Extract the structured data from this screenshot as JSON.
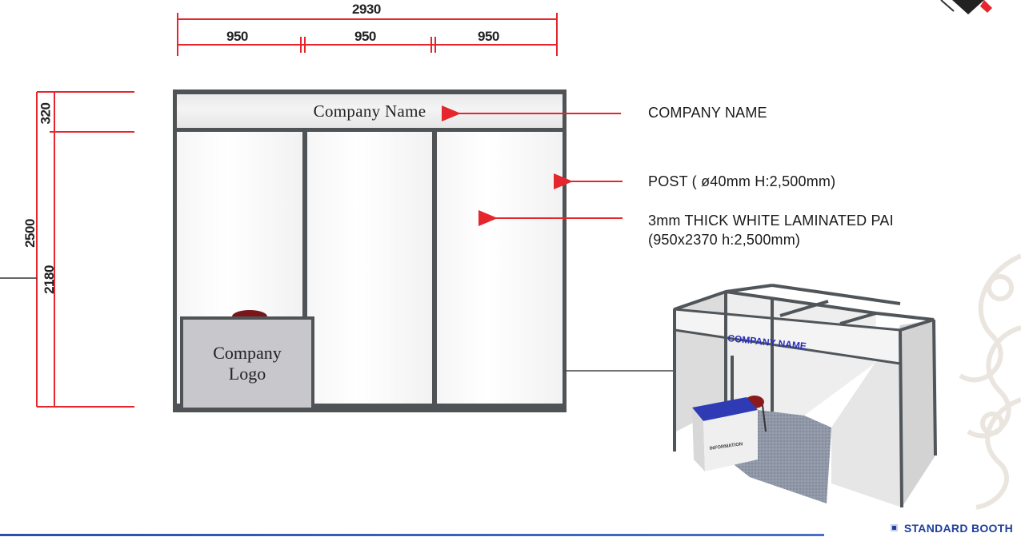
{
  "dimensions": {
    "total_width": "2930",
    "panel_widths": [
      "950",
      "950",
      "950"
    ],
    "total_height": "2500",
    "fascia_height": "320",
    "panel_height": "2180"
  },
  "booth": {
    "fascia_text": "Company Name",
    "logo_text_line1": "Company",
    "logo_text_line2": "Logo"
  },
  "callouts": {
    "company_name": "COMPANY NAME",
    "post": "POST ( ø40mm H:2,500mm)",
    "panel_line1": "3mm THICK WHITE LAMINATED PAI",
    "panel_line2": "(950x2370 h:2,500mm)"
  },
  "booth_3d": {
    "fascia_text": "COMPANY NAME",
    "desk_text": "INFORMATION"
  },
  "footer": {
    "title": "STANDARD BOOTH"
  },
  "colors": {
    "dimension_red": "#e5262d",
    "frame_grey": "#4f5356",
    "footer_blue": "#1f3f9b",
    "logo_box": "#c8c7cc"
  }
}
